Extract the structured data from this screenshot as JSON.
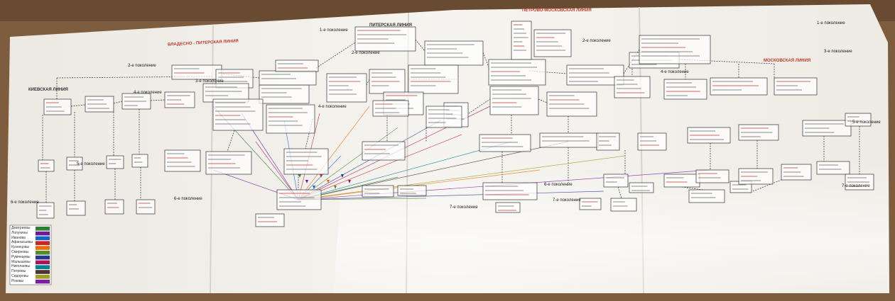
{
  "photo": {
    "subject": "printed-genealogical-tree",
    "line_labels": [
      "ПИТЕРСКАЯ ЛИНИЯ",
      "ВЛАДЕСНО - ПИТЕРСКАЯ ЛИНИЯ",
      "КИЕВСКАЯ ЛИНИЯ",
      "ПЕТРОВО-МОСКОВСКАЯ ЛИНИЯ",
      "МОСКОВСКАЯ ЛИНИЯ"
    ],
    "generation_labels": {
      "g1": "1-е поколение",
      "g2": "2-е поколение",
      "g3": "3-е поколение",
      "g4": "4-е поколение",
      "g5": "5-е поколение",
      "g6": "6-е поколение",
      "g7": "7-е поколение"
    },
    "legend_entries": [
      "Дмитриевы",
      "Лопухины",
      "Иванова",
      "Афанасьевы",
      "Кузнецовы",
      "Смирновы",
      "Румянцевы",
      "Малышевы",
      "Николаевы",
      "Петровы",
      "Сидоровы",
      "Розовы"
    ],
    "legend_colors": [
      "#2e7d32",
      "#6a1b9a",
      "#1565c0",
      "#c62828",
      "#ef6c00",
      "#558b2f",
      "#283593",
      "#ad1457",
      "#00838f",
      "#4e342e",
      "#9e9d24",
      "#7b1fa2"
    ],
    "colors": {
      "paper": "#f4f2ee",
      "table": "#8a6a4a",
      "box_border": "#333333",
      "link_red": "#c0392b"
    }
  }
}
